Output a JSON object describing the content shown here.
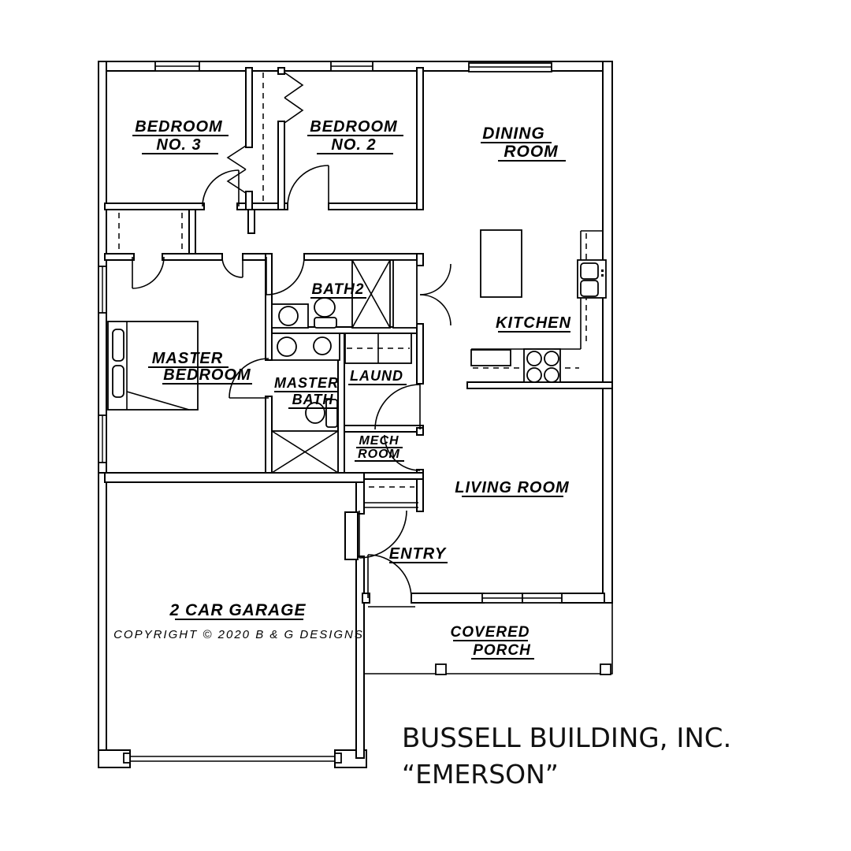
{
  "drawing": {
    "company": "BUSSELL BUILDING, INC.",
    "plan_name": "“EMERSON”",
    "copyright": "COPYRIGHT © 2020 B & G DESIGNS"
  },
  "rooms": {
    "bedroom3": {
      "line1": "BEDROOM",
      "line2": "NO. 3"
    },
    "bedroom2": {
      "line1": "BEDROOM",
      "line2": "NO. 2"
    },
    "dining_room": {
      "line1": "DINING",
      "line2": "ROOM"
    },
    "kitchen": {
      "label": "KITCHEN"
    },
    "master_bedroom": {
      "line1": "MASTER",
      "line2": "BEDROOM"
    },
    "bath2": {
      "label": "BATH2"
    },
    "master_bath": {
      "line1": "MASTER",
      "line2": "BATH"
    },
    "laundry": {
      "label": "LAUND"
    },
    "mech_room": {
      "line1": "MECH",
      "line2": "ROOM"
    },
    "living_room": {
      "label": "LIVING ROOM"
    },
    "entry": {
      "label": "ENTRY"
    },
    "garage": {
      "label": "2 CAR GARAGE"
    },
    "covered_porch": {
      "line1": "COVERED",
      "line2": "PORCH"
    }
  },
  "colors": {
    "line": "#000000",
    "background": "#ffffff"
  }
}
